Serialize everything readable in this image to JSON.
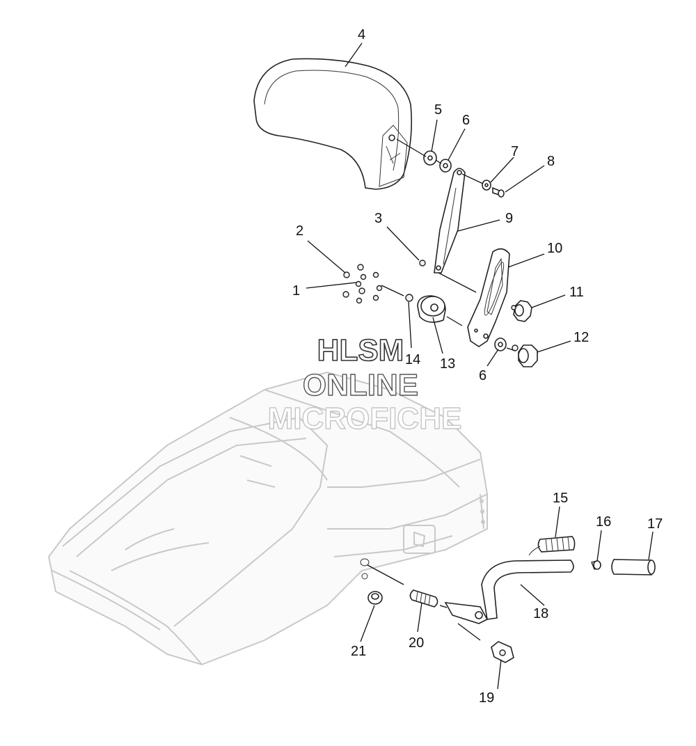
{
  "watermark": {
    "line1": "HLSM",
    "line2": "ONLINE",
    "line3": "MICROFICHE"
  },
  "callouts": {
    "c1": "1",
    "c2": "2",
    "c3": "3",
    "c4": "4",
    "c5": "5",
    "c6a": "6",
    "c6b": "6",
    "c7": "7",
    "c8": "8",
    "c9": "9",
    "c10": "10",
    "c11": "11",
    "c12": "12",
    "c13": "13",
    "c14": "14",
    "c15": "15",
    "c16": "16",
    "c17": "17",
    "c18": "18",
    "c19": "19",
    "c20": "20",
    "c21": "21"
  },
  "colors": {
    "line": "#222222",
    "ghost": "#c8c8c8",
    "background": "#ffffff"
  }
}
